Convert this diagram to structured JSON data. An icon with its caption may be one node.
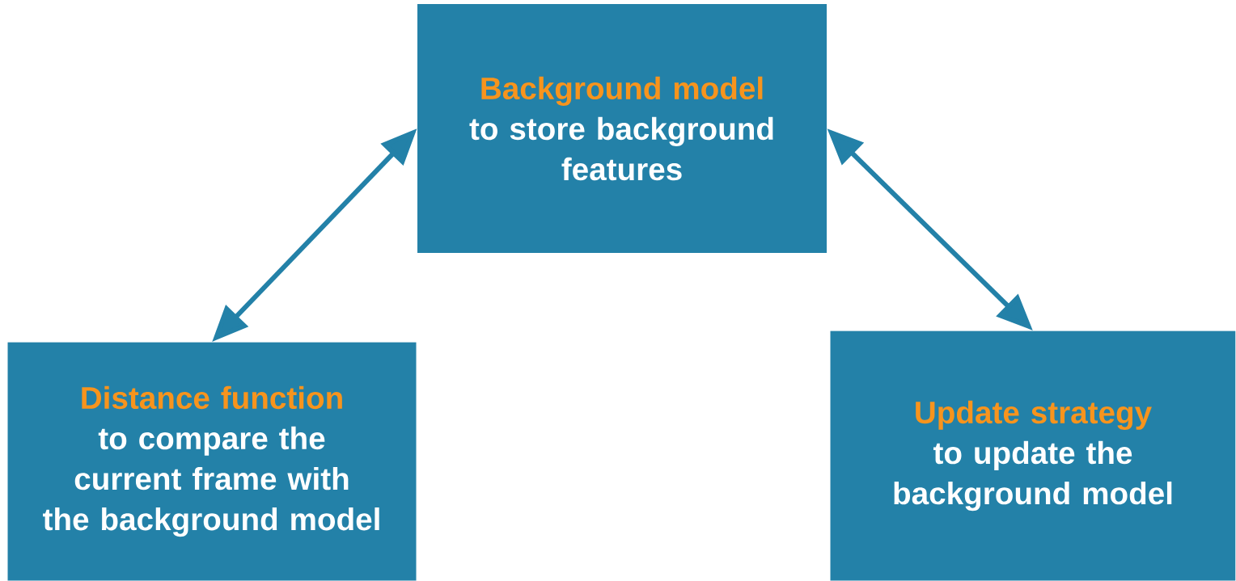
{
  "diagram": {
    "nodes": [
      {
        "text": [
          "Background model",
          "to store background features"
        ]
      },
      {
        "text": [
          "Distance function",
          "to compare the current frame with the background model"
        ]
      },
      {
        "text": [
          "Update strategy",
          "to update the background model"
        ]
      }
    ],
    "edges": [
      {
        "from": 1,
        "to": 0,
        "arrow": "both"
      },
      {
        "from": 0,
        "to": 2,
        "arrow": "both"
      }
    ]
  }
}
